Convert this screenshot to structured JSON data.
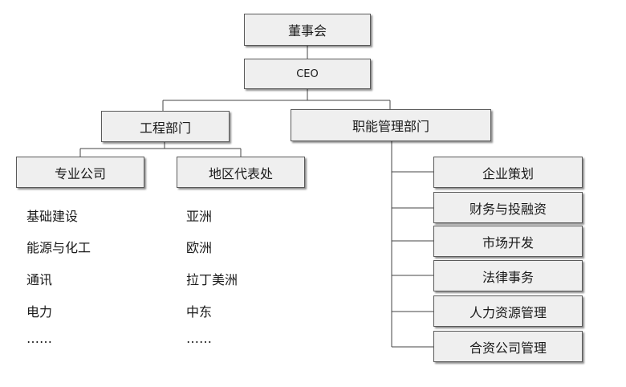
{
  "board": "董事会",
  "ceo": "CEO",
  "engineering": {
    "label": "工程部门",
    "professional": {
      "label": "专业公司",
      "items": [
        "基础建设",
        "能源与化工",
        "通讯",
        "电力",
        "……"
      ]
    },
    "regional": {
      "label": "地区代表处",
      "items": [
        "亚洲",
        "欧洲",
        "拉丁美洲",
        "中东",
        "……"
      ]
    }
  },
  "functional": {
    "label": "职能管理部门",
    "items": [
      "企业策划",
      "财务与投融资",
      "市场开发",
      "法律事务",
      "人力资源管理",
      "合资公司管理"
    ]
  }
}
